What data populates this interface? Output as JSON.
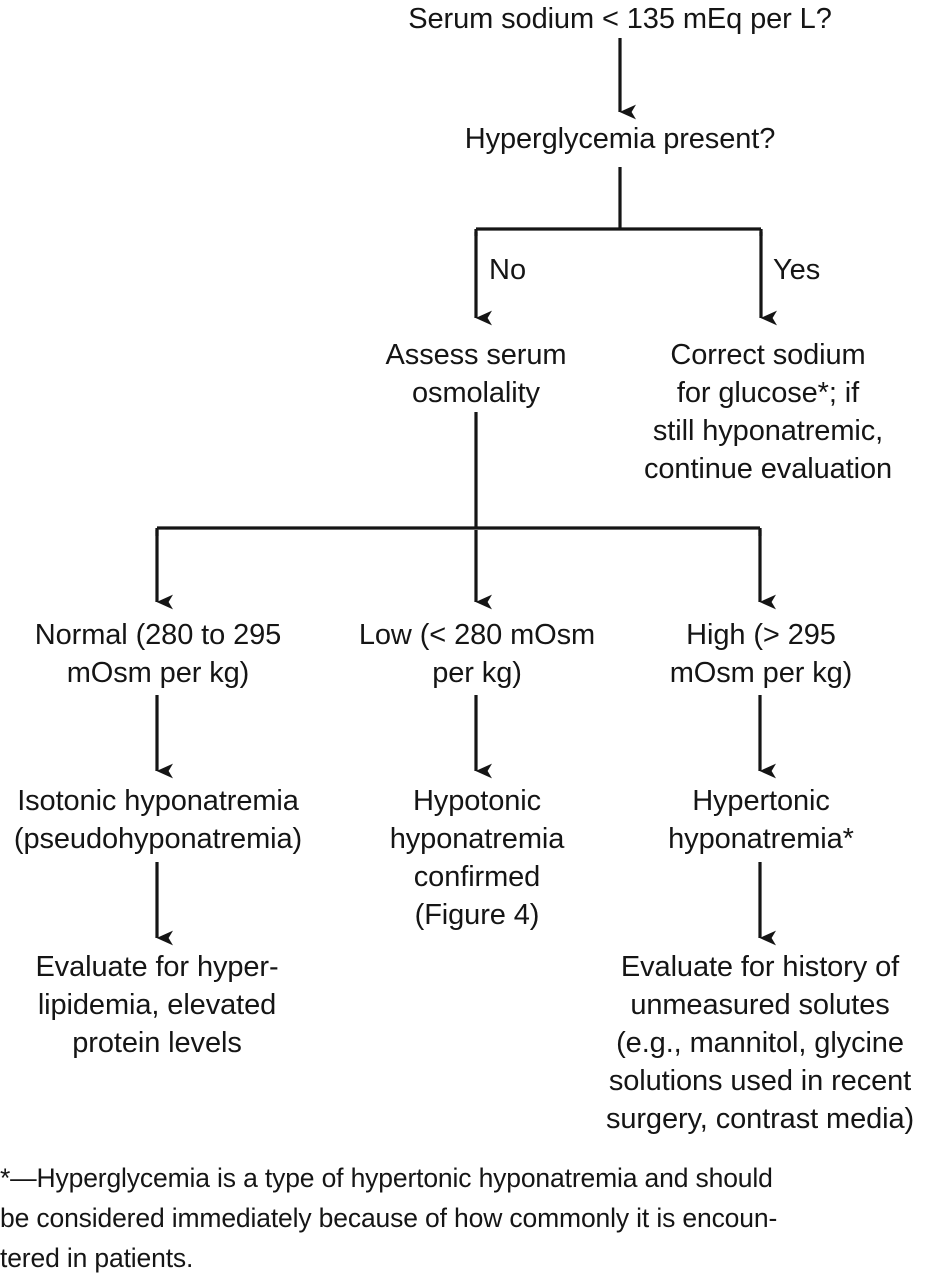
{
  "figure": {
    "nodes": {
      "root": "Serum sodium < 135 mEq per L?",
      "decision": "Hyperglycemia present?",
      "assess_osmolality": "Assess serum\nosmolality",
      "correct_sodium": "Correct sodium\nfor glucose*; if\nstill hyponatremic,\ncontinue evaluation",
      "osm_normal": "Normal (280 to 295\nmOsm per kg)",
      "osm_low": "Low (< 280 mOsm\nper kg)",
      "osm_high": "High (> 295\nmOsm per kg)",
      "dx_isotonic": "Isotonic hyponatremia\n(pseudohyponatremia)",
      "dx_hypotonic": "Hypotonic\nhyponatremia\nconfirmed\n(Figure 4)",
      "dx_hypertonic": "Hypertonic\nhyponatremia*",
      "action_isotonic": "Evaluate for hyper-\nlipidemia, elevated\nprotein levels",
      "action_hypertonic": "Evaluate for history of\nunmeasured solutes\n(e.g., mannitol, glycine\nsolutions used in recent\nsurgery, contrast media)"
    },
    "edge_labels": {
      "no": "No",
      "yes": "Yes"
    },
    "footnote": "*—Hyperglycemia is a type of hypertonic hyponatremia and should\nbe considered immediately because of how commonly it is encoun-\ntered in patients.",
    "colors": {
      "text": "#151515",
      "line": "#151515",
      "background": "#ffffff"
    }
  }
}
